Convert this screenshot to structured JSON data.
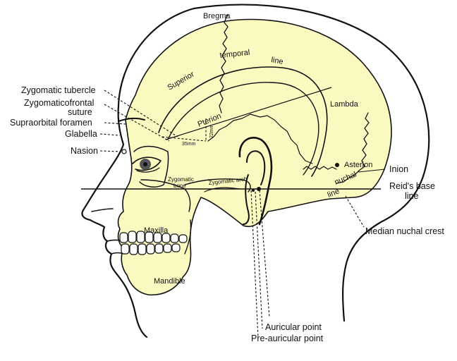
{
  "labels": {
    "bregma": "Bregma",
    "superior": "Superior",
    "temporal": "temporal",
    "line_word": "line",
    "lambda": "Lambda",
    "pterion": "Pterion",
    "mm35": "35mm",
    "mm22": "22mm",
    "zygomatic_bone_1": "Zygomatic",
    "zygomatic_bone_2": "bone",
    "zygomatic_arch": "Zygomatic arch",
    "asterion": "Asterion",
    "nuchal": "nuchal",
    "nuchal_line": "line",
    "maxilla": "Maxilla",
    "mandible": "Mandible",
    "zygomatic_tubercle": "Zygomatic tubercle",
    "zygomaticofrontal_1": "Zygomaticofrontal",
    "zygomaticofrontal_2": "suture",
    "supraorbital_foramen": "Supraorbital foramen",
    "glabella": "Glabella",
    "nasion": "Nasion",
    "inion": "Inion",
    "reids_base_1": "Reid's base",
    "reids_base_2": "line",
    "median_nuchal_crest": "Median nuchal crest",
    "auricular_point": "Auricular point",
    "pre_auricular_point": "Pre-auricular point"
  },
  "colors": {
    "skull_fill": "#fafac0",
    "ink": "#111111",
    "background": "#ffffff"
  }
}
